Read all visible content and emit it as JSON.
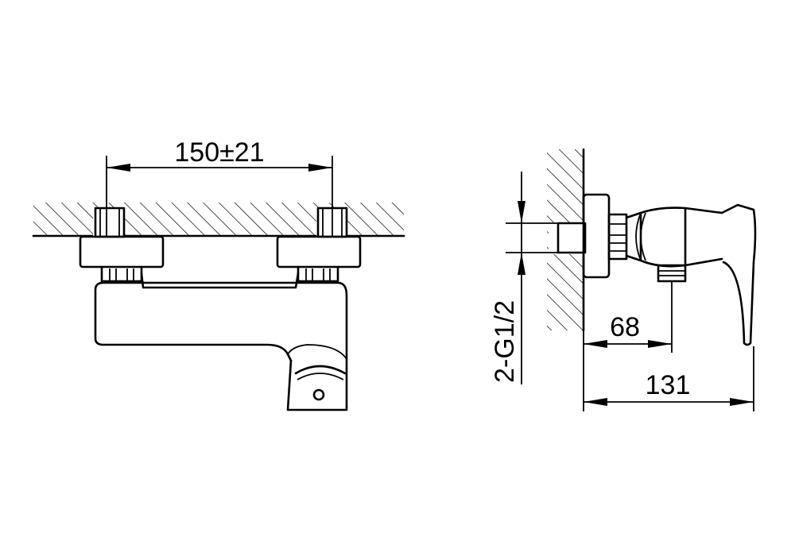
{
  "front_view": {
    "spacing_dimension": "150±21"
  },
  "side_view": {
    "thread_dimension": "2-G1/2",
    "depth_inlet_dimension": "68",
    "depth_total_dimension": "131"
  },
  "colors": {
    "line": "#000000",
    "background": "#ffffff"
  }
}
